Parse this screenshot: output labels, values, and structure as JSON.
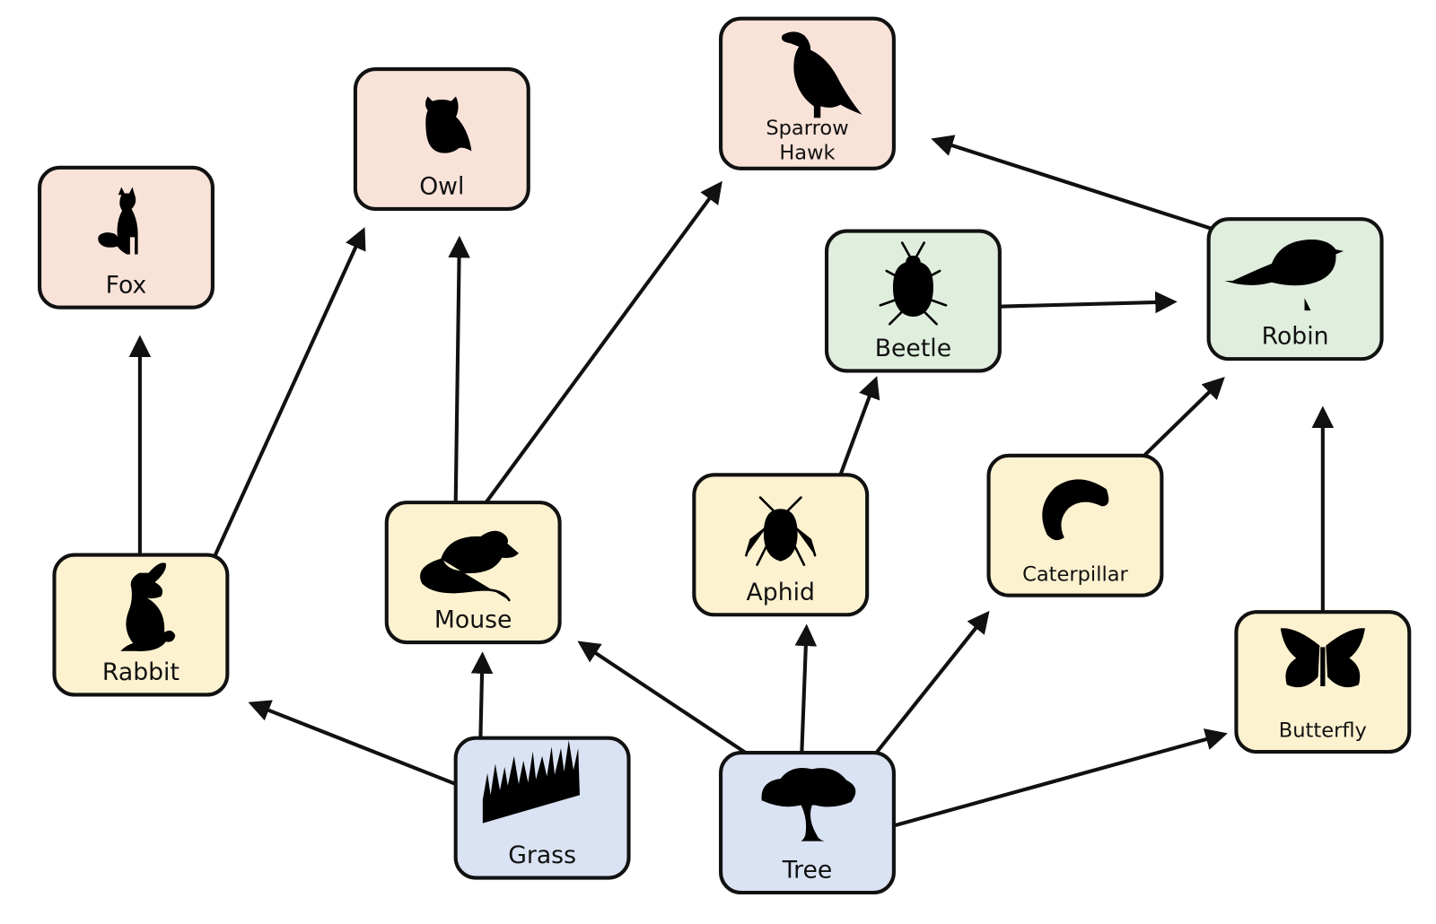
{
  "diagram": {
    "type": "food-web",
    "colors": {
      "apex": "#f9e3d9",
      "secondary": "#dfeedd",
      "primary": "#fdf2d0",
      "producer": "#dae3f3",
      "stroke": "#111111"
    },
    "nodes": [
      {
        "id": "fox",
        "label": "Fox",
        "level": "apex",
        "icon": "fox-icon"
      },
      {
        "id": "owl",
        "label": "Owl",
        "level": "apex",
        "icon": "owl-icon"
      },
      {
        "id": "hawk",
        "label": "Sparrow Hawk",
        "lines": [
          "Sparrow",
          "Hawk"
        ],
        "level": "apex",
        "icon": "hawk-icon"
      },
      {
        "id": "beetle",
        "label": "Beetle",
        "level": "secondary",
        "icon": "beetle-icon"
      },
      {
        "id": "robin",
        "label": "Robin",
        "level": "secondary",
        "icon": "robin-icon"
      },
      {
        "id": "rabbit",
        "label": "Rabbit",
        "level": "primary",
        "icon": "rabbit-icon"
      },
      {
        "id": "mouse",
        "label": "Mouse",
        "level": "primary",
        "icon": "mouse-icon"
      },
      {
        "id": "aphid",
        "label": "Aphid",
        "level": "primary",
        "icon": "aphid-icon"
      },
      {
        "id": "caterpillar",
        "label": "Caterpillar",
        "level": "primary",
        "icon": "caterpillar-icon"
      },
      {
        "id": "butterfly",
        "label": "Butterfly",
        "level": "primary",
        "icon": "butterfly-icon"
      },
      {
        "id": "grass",
        "label": "Grass",
        "level": "producer",
        "icon": "grass-icon"
      },
      {
        "id": "tree",
        "label": "Tree",
        "level": "producer",
        "icon": "tree-icon"
      }
    ],
    "edges": [
      {
        "from": "rabbit",
        "to": "fox"
      },
      {
        "from": "rabbit",
        "to": "owl"
      },
      {
        "from": "mouse",
        "to": "owl"
      },
      {
        "from": "mouse",
        "to": "hawk"
      },
      {
        "from": "robin",
        "to": "hawk"
      },
      {
        "from": "beetle",
        "to": "robin"
      },
      {
        "from": "aphid",
        "to": "beetle"
      },
      {
        "from": "caterpillar",
        "to": "robin"
      },
      {
        "from": "butterfly",
        "to": "robin"
      },
      {
        "from": "grass",
        "to": "rabbit"
      },
      {
        "from": "grass",
        "to": "mouse"
      },
      {
        "from": "tree",
        "to": "mouse"
      },
      {
        "from": "tree",
        "to": "aphid"
      },
      {
        "from": "tree",
        "to": "caterpillar"
      },
      {
        "from": "tree",
        "to": "butterfly"
      }
    ]
  }
}
